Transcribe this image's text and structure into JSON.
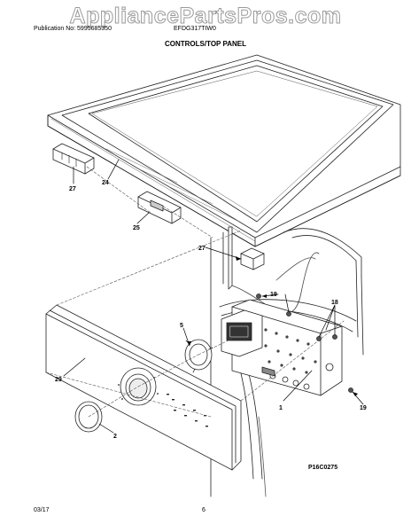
{
  "header": {
    "watermark": "AppliancePartsPros.com",
    "publication": "Publication No: 5995685350",
    "model": "EFDG317TIW0",
    "title": "CONTROLS/TOP PANEL"
  },
  "callouts": {
    "c27a": "27",
    "c24": "24",
    "c25": "25",
    "c27b": "27",
    "c19a": "19",
    "c18": "18",
    "c5": "5",
    "c29": "29",
    "c2": "2",
    "c1": "1",
    "c19b": "19"
  },
  "figure_code": "P16C0275",
  "footer": {
    "date": "03/17",
    "page": "6"
  }
}
